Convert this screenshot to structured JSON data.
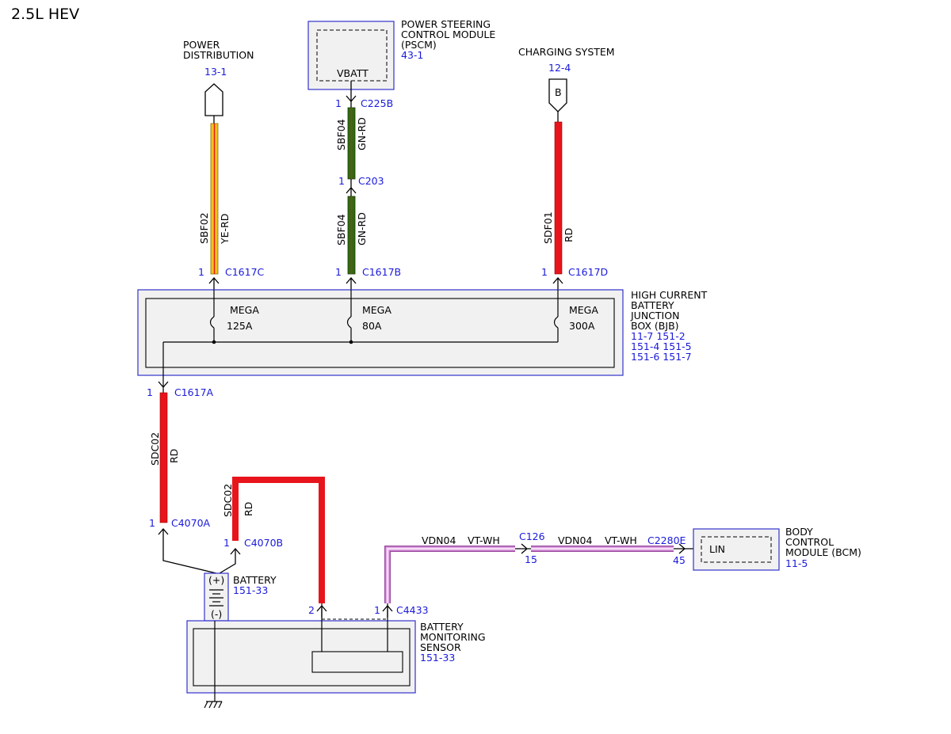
{
  "title": "2.5L HEV",
  "colors": {
    "red": "#e8141b",
    "yellow": "#f2c21a",
    "green": "#2f6b12",
    "violet": "#e3a7e6",
    "blue_text": "#1a1adc",
    "box_border": "#3333cc",
    "box_fill": "#f1f1f1"
  },
  "components": {
    "power_distribution": {
      "name": [
        "POWER",
        "DISTRIBUTION"
      ],
      "ref": "13-1"
    },
    "pscm": {
      "name": [
        "POWER STEERING",
        "CONTROL MODULE",
        "(PSCM)"
      ],
      "ref": "43-1",
      "pin_label": "VBATT"
    },
    "charging_system": {
      "name": [
        "CHARGING SYSTEM"
      ],
      "ref": "12-4",
      "pin_label": "B"
    },
    "bjb": {
      "name": [
        "HIGH CURRENT",
        "BATTERY",
        "JUNCTION",
        "BOX (BJB)"
      ],
      "refs": [
        "11-7  151-2",
        "151-4 151-5",
        "151-6 151-7"
      ],
      "fuses": [
        {
          "type": "MEGA",
          "rating": "125A"
        },
        {
          "type": "MEGA",
          "rating": "80A"
        },
        {
          "type": "MEGA",
          "rating": "300A"
        }
      ]
    },
    "battery": {
      "name": [
        "BATTERY"
      ],
      "ref": "151-33",
      "plus": "(+)",
      "minus": "(-)"
    },
    "bms": {
      "name": [
        "BATTERY",
        "MONITORING",
        "SENSOR"
      ],
      "ref": "151-33"
    },
    "bcm": {
      "name": [
        "BODY",
        "CONTROL",
        "MODULE (BCM)"
      ],
      "ref": "11-5",
      "pin_label": "LIN"
    }
  },
  "connectors": {
    "c225b": {
      "pin": "1",
      "name": "C225B"
    },
    "c203": {
      "pin": "1",
      "name": "C203"
    },
    "c1617c": {
      "pin": "1",
      "name": "C1617C"
    },
    "c1617b": {
      "pin": "1",
      "name": "C1617B"
    },
    "c1617d": {
      "pin": "1",
      "name": "C1617D"
    },
    "c1617a": {
      "pin": "1",
      "name": "C1617A"
    },
    "c4070a": {
      "pin": "1",
      "name": "C4070A"
    },
    "c4070b": {
      "pin": "1",
      "name": "C4070B"
    },
    "bms_pin2": {
      "pin": "2"
    },
    "c4433": {
      "pin": "1",
      "name": "C4433"
    },
    "c126": {
      "name": "C126",
      "pin": "15"
    },
    "c2280e": {
      "name": "C2280E",
      "pin": "45"
    }
  },
  "wires": {
    "sbf02": {
      "circuit": "SBF02",
      "color": "YE-RD"
    },
    "sbf04_upper": {
      "circuit": "SBF04",
      "color": "GN-RD"
    },
    "sbf04_lower": {
      "circuit": "SBF04",
      "color": "GN-RD"
    },
    "sdf01": {
      "circuit": "SDF01",
      "color": "RD"
    },
    "sdc02_a": {
      "circuit": "SDC02",
      "color": "RD"
    },
    "sdc02_b": {
      "circuit": "SDC02",
      "color": "RD"
    },
    "vdn04_left": {
      "circuit": "VDN04",
      "color": "VT-WH"
    },
    "vdn04_right": {
      "circuit": "VDN04",
      "color": "VT-WH"
    }
  }
}
